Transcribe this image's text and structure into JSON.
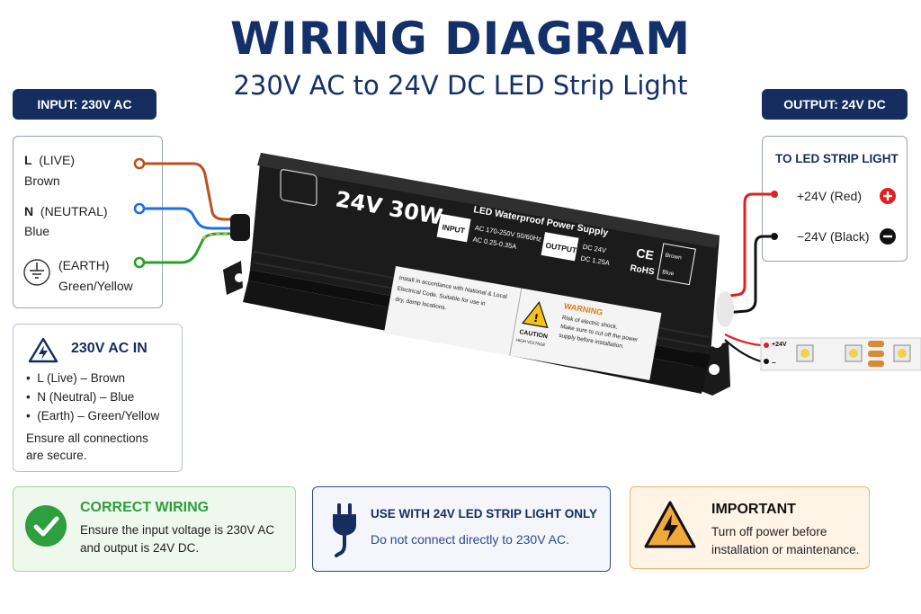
{
  "header": {
    "title": "WIRING DIAGRAM",
    "subtitle": "230V AC to 24V DC LED Strip Light"
  },
  "input": {
    "badge": "INPUT: 230V AC",
    "live_code": "L",
    "live_name": "(LIVE)",
    "live_color": "Brown",
    "neutral_code": "N",
    "neutral_name": "(NEUTRAL)",
    "neutral_color": "Blue",
    "earth_name": "(EARTH)",
    "earth_color": "Green/Yellow"
  },
  "output": {
    "badge": "OUTPUT: 24V DC",
    "header": "TO LED STRIP LIGHT",
    "positive": "+24V (Red)",
    "negative": "−24V (Black)"
  },
  "device": {
    "model": "24V 30W",
    "name": "LED Waterproof Power Supply",
    "input_label": "INPUT",
    "input_line1": "AC 170-250V 50/60Hz",
    "input_line2": "AC 0.25-0.35A",
    "output_label": "OUTPUT",
    "output_line1": "DC 24V",
    "output_line2": "DC 1.25A",
    "ce": "CE",
    "rohs": "RoHS",
    "term_brown": "Brown",
    "term_blue": "Blue",
    "sticker_text": "Install in accordance with National & Local Electrical Code. Suitable for use in dry, damp locations.",
    "caution": "CAUTION",
    "caution_sub": "HIGH VOLTAGE",
    "warning": "WARNING",
    "warning_text": "Risk of electric shock. Make sure to cut off the power supply before installation."
  },
  "strip": {
    "plus": "+24V",
    "minus": "−"
  },
  "ac_in": {
    "title": "230V AC IN",
    "items": [
      "L (Live) – Brown",
      "N (Neutral) – Blue",
      "(Earth) – Green/Yellow"
    ],
    "note_line1": "Ensure all connections",
    "note_line2": "are secure."
  },
  "cards": {
    "correct_title": "CORRECT WIRING",
    "correct_line1": "Ensure the input voltage is 230V AC",
    "correct_line2": "and output is 24V DC.",
    "use_title": "USE WITH 24V LED STRIP LIGHT ONLY",
    "use_text": "Do not connect directly to 230V AC.",
    "important_title": "IMPORTANT",
    "important_line1": "Turn off power before",
    "important_line2": "installation or maintenance."
  },
  "colors": {
    "navy": "#152d5f",
    "live_brown": "#b5541c",
    "neutral_blue": "#1f6fe0",
    "earth_green": "#2aa02a",
    "dc_red": "#e02020",
    "dc_black": "#111111",
    "ok_green": "#2e9e3e",
    "warn_orange": "#f2a93b"
  },
  "icons": [
    "ground-icon",
    "warning-triangle-icon",
    "check-circle-icon",
    "plug-icon",
    "plus-circle-icon",
    "minus-circle-icon"
  ]
}
